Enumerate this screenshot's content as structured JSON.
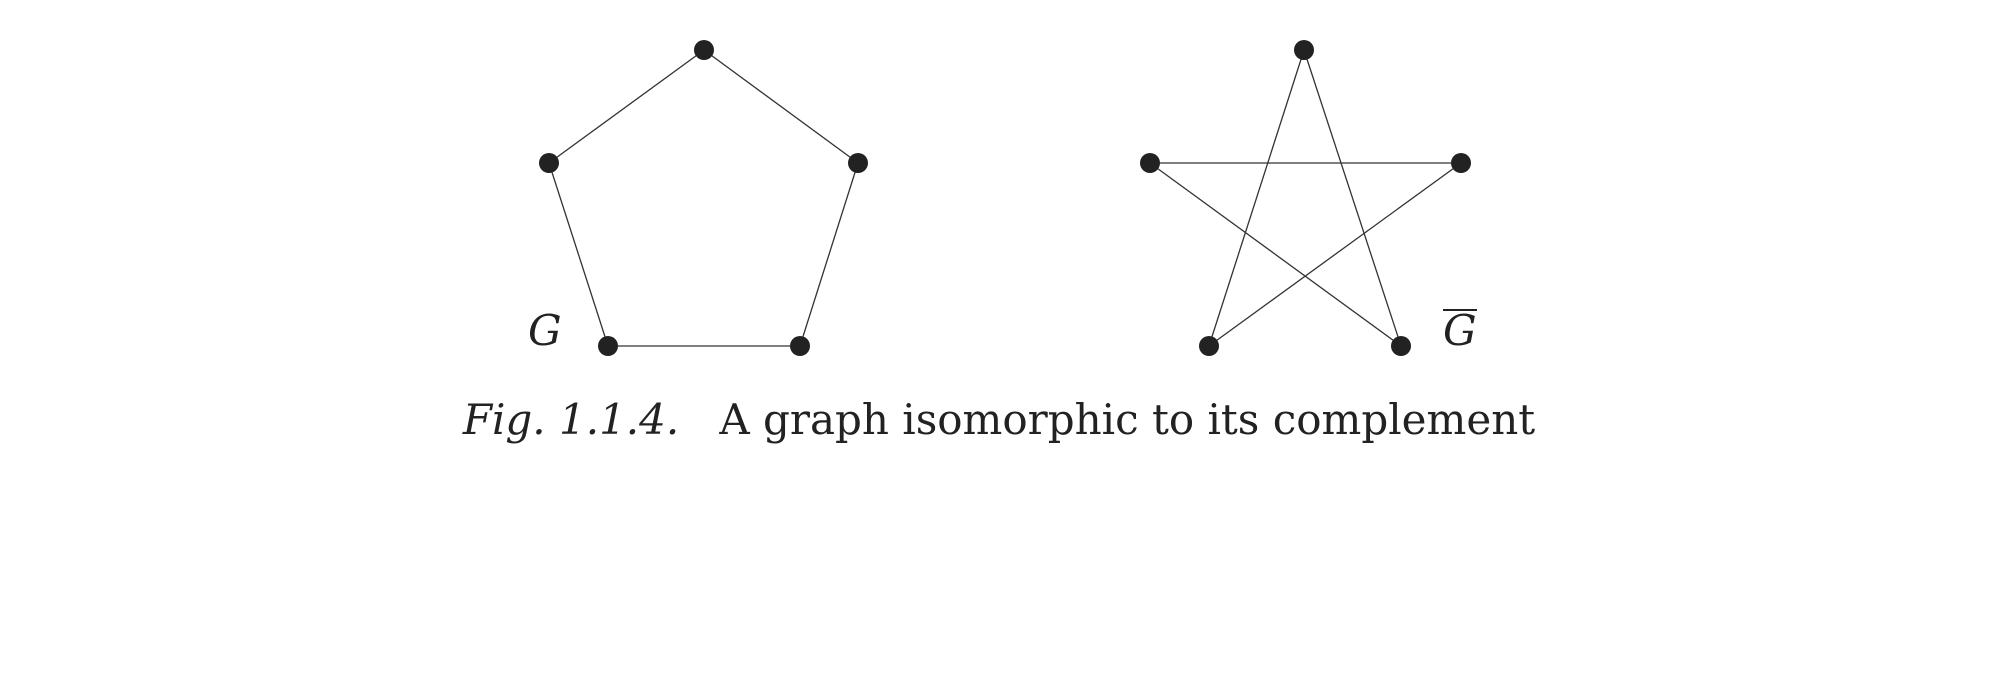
{
  "graph_left": {
    "label": "G",
    "vertices": [
      "v1",
      "v2",
      "v3",
      "v4",
      "v5"
    ],
    "edges": [
      [
        "v1",
        "v2"
      ],
      [
        "v2",
        "v3"
      ],
      [
        "v3",
        "v4"
      ],
      [
        "v4",
        "v5"
      ],
      [
        "v5",
        "v1"
      ]
    ]
  },
  "graph_right": {
    "label": "G",
    "label_overline": true,
    "vertices": [
      "v1",
      "v2",
      "v3",
      "v4",
      "v5"
    ],
    "edges": [
      [
        "v1",
        "v3"
      ],
      [
        "v3",
        "v5"
      ],
      [
        "v5",
        "v2"
      ],
      [
        "v2",
        "v4"
      ],
      [
        "v4",
        "v1"
      ]
    ]
  },
  "caption": {
    "label": "Fig. 1.1.4.",
    "text": "A graph isomorphic to its complement"
  },
  "colors": {
    "vertex": "#222222",
    "edge": "#333333",
    "text": "#222222"
  }
}
